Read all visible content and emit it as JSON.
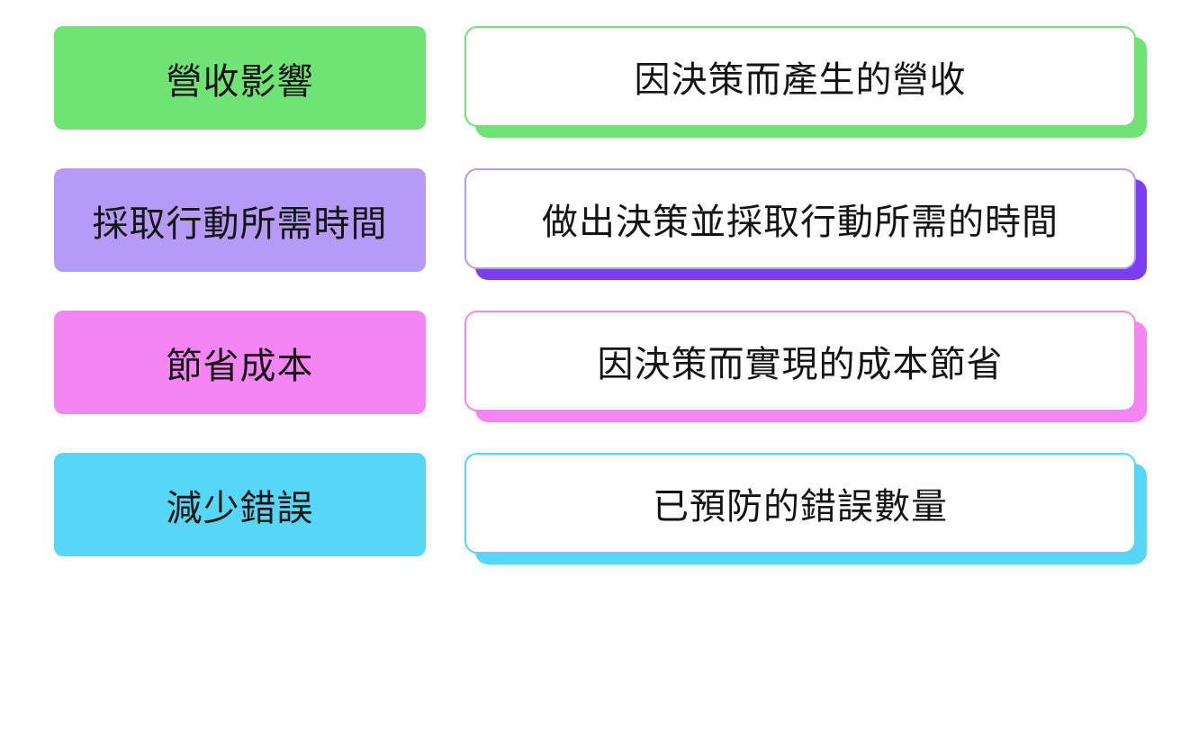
{
  "rows": [
    {
      "label": "營收影響",
      "description": "因決策而產生的營收",
      "color": "#6fe474",
      "shadow": "#6fe474"
    },
    {
      "label": "採取行動所需時間",
      "description": "做出決策並採取行動所需的時間",
      "color": "#b69af8",
      "shadow": "#7a3ff0"
    },
    {
      "label": "節省成本",
      "description": "因決策而實現的成本節省",
      "color": "#f585f2",
      "shadow": "#f585f2"
    },
    {
      "label": "減少錯誤",
      "description": "已預防的錯誤數量",
      "color": "#55d7f7",
      "shadow": "#55d7f7"
    }
  ]
}
